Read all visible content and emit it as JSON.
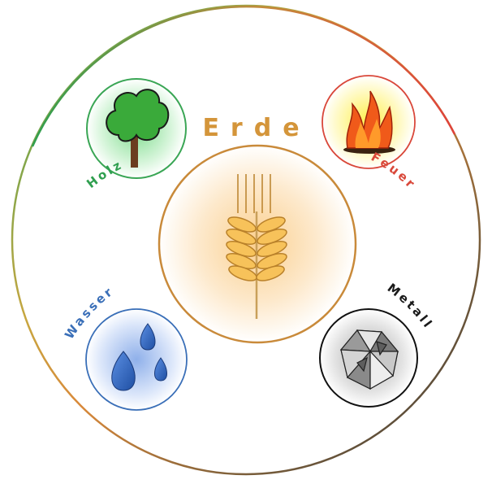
{
  "elements": {
    "center": {
      "label": "Erde",
      "icon": "wheat-icon",
      "color": "#c98a3a",
      "glow": "#fbd59a"
    },
    "wood": {
      "label": "Holz",
      "icon": "tree-icon",
      "color": "#3aa655",
      "glow": "#9fe3a8"
    },
    "fire": {
      "label": "Feuer",
      "icon": "fire-icon",
      "color": "#e05a45",
      "glow": "#fff27a"
    },
    "water": {
      "label": "Wasser",
      "icon": "water-drops-icon",
      "color": "#3a6fb8",
      "glow": "#9db9ec"
    },
    "metal": {
      "label": "Metall",
      "icon": "metal-crystal-icon",
      "color": "#222222",
      "glow": "#bdbdbd"
    }
  },
  "ring_colors": [
    "#e2403a",
    "#3aa655",
    "#3a6fb8",
    "#8a6d2a",
    "#222222"
  ]
}
